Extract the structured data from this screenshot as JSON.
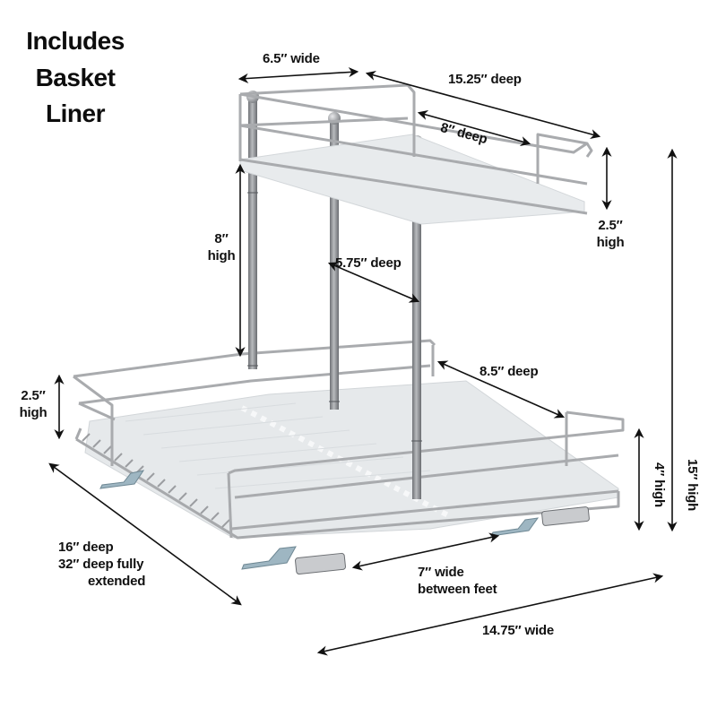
{
  "headline": {
    "lines": [
      "Includes",
      "Basket",
      "Liner"
    ]
  },
  "dimensions": {
    "top_width": "6.5″ wide",
    "top_total_depth": "15.25″ deep",
    "top_inner_depth": "8″ deep",
    "top_basket_height": {
      "value": "2.5″",
      "unit": "high"
    },
    "post_height": {
      "value": "8″",
      "unit": "high"
    },
    "post_spacing": "5.75″ deep",
    "bottom_inner_depth": "8.5″ deep",
    "bottom_basket_height": {
      "value": "2.5″",
      "unit": "high"
    },
    "bottom_rail_height": "4″ high",
    "total_height": "15″ high",
    "overall_depth": {
      "line1": "16″ deep",
      "line2": "32″ deep fully",
      "line3": "extended"
    },
    "feet_spacing": {
      "line1": "7″ wide",
      "line2": "between feet"
    },
    "overall_width": "14.75″ wide"
  },
  "colors": {
    "wire": "#a9abae",
    "wire_highlight": "#d9dadc",
    "liner": "#e4e8ea",
    "post": "#8e9094",
    "bracket": "#9fb7c3",
    "arrow": "#111111",
    "text": "#111111"
  }
}
